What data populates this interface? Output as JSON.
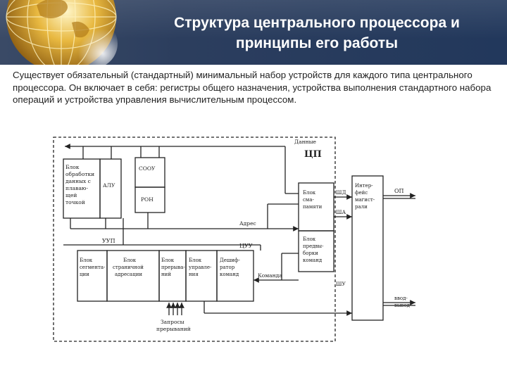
{
  "slide": {
    "title_line1": "Структура центрального процессора и",
    "title_line2": "принципы его работы",
    "body": "Существует обязательный (стандартный) минимальный набор устройств для каждого типа центрального процессора. Он включает в себя: регистры общего назначения, устройства выполнения стандартного набора операций и устройства управления вычислительным процессом."
  },
  "diagram": {
    "cpu": "ЦП",
    "data_bus": "Данные",
    "address_bus": "Адрес",
    "command_bus": "Команда",
    "block_data1": "Блок",
    "block_data2": "обработки",
    "block_data3": "данных с",
    "block_data4": "плаваю-",
    "block_data5": "щей",
    "block_data6": "точкой",
    "alu": "АЛУ",
    "soou": "СООУ",
    "ron": "РОН",
    "uup": "УУП",
    "cuu": "ЦУУ",
    "seg1": "Блок",
    "seg2": "сегмента-",
    "seg3": "ции",
    "page1": "Блок",
    "page2": "страничной",
    "page3": "адресации",
    "intr1": "Блок",
    "intr2": "прерыва-",
    "intr3": "ний",
    "ctrl1": "Блок",
    "ctrl2": "управле-",
    "ctrl3": "ния",
    "dec1": "Дешиф-",
    "dec2": "ратор",
    "dec3": "команд",
    "mem1": "Блок",
    "mem2": "сма-",
    "mem3": "памяти",
    "pre1": "Блок",
    "pre2": "предвы-",
    "pre3": "борки",
    "pre4": "команд",
    "iface1": "Интер-",
    "iface2": "фейс",
    "iface3": "магист-",
    "iface4": "рали",
    "shd": "ШД",
    "sha": "ША",
    "shu": "ШУ",
    "op": "ОП",
    "io1": "ввод-",
    "io2": "вывод",
    "req1": "Запросы",
    "req2": "прерываний"
  }
}
